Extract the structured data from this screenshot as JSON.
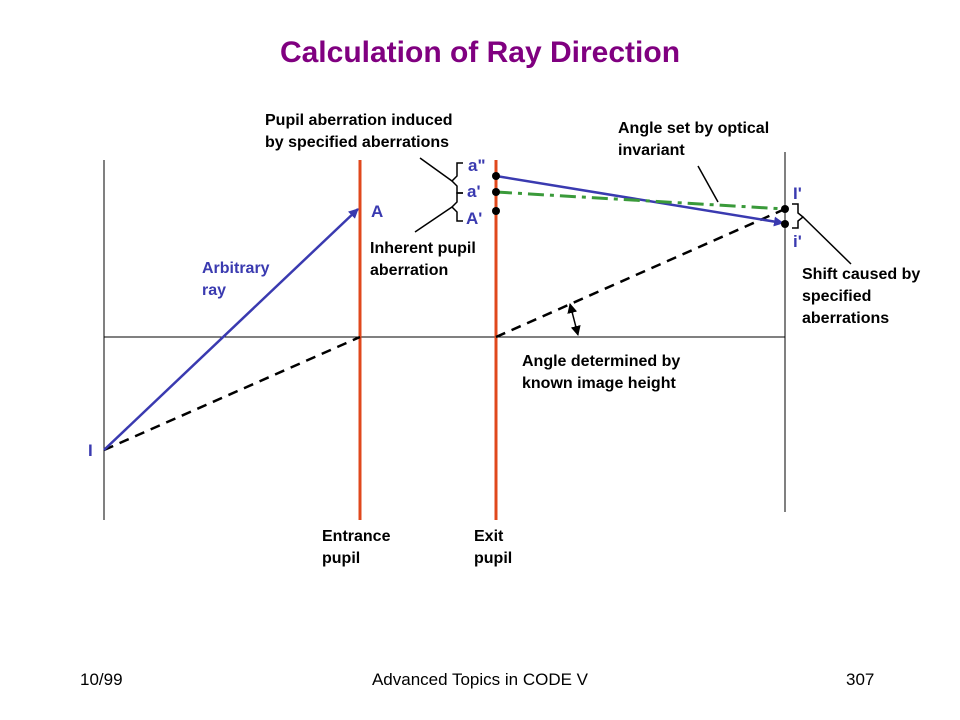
{
  "title": "Calculation of Ray Direction",
  "labels": {
    "pupil_aberration_induced": "Pupil aberration induced\nby specified aberrations",
    "angle_set": "Angle set by optical\ninvariant",
    "inherent_pupil": "Inherent pupil\naberration",
    "arbitrary_ray": "Arbitrary\nray",
    "shift_caused": "Shift caused by\nspecified\naberrations",
    "angle_determined": "Angle determined by\nknown image height",
    "entrance_pupil": "Entrance\npupil",
    "exit_pupil": "Exit\npupil"
  },
  "points": {
    "A": "A",
    "a_double_prime": "a\"",
    "a_prime": "a'",
    "A_prime": "A'",
    "I_prime": "I'",
    "i_prime": "i'",
    "I": "I"
  },
  "footer": {
    "date": "10/99",
    "course": "Advanced Topics in CODE V",
    "page": "307"
  },
  "colors": {
    "title": "#800080",
    "ray": "#3a3ab0",
    "pupil": "#e0481c",
    "dashdot": "#3a9a3a"
  }
}
